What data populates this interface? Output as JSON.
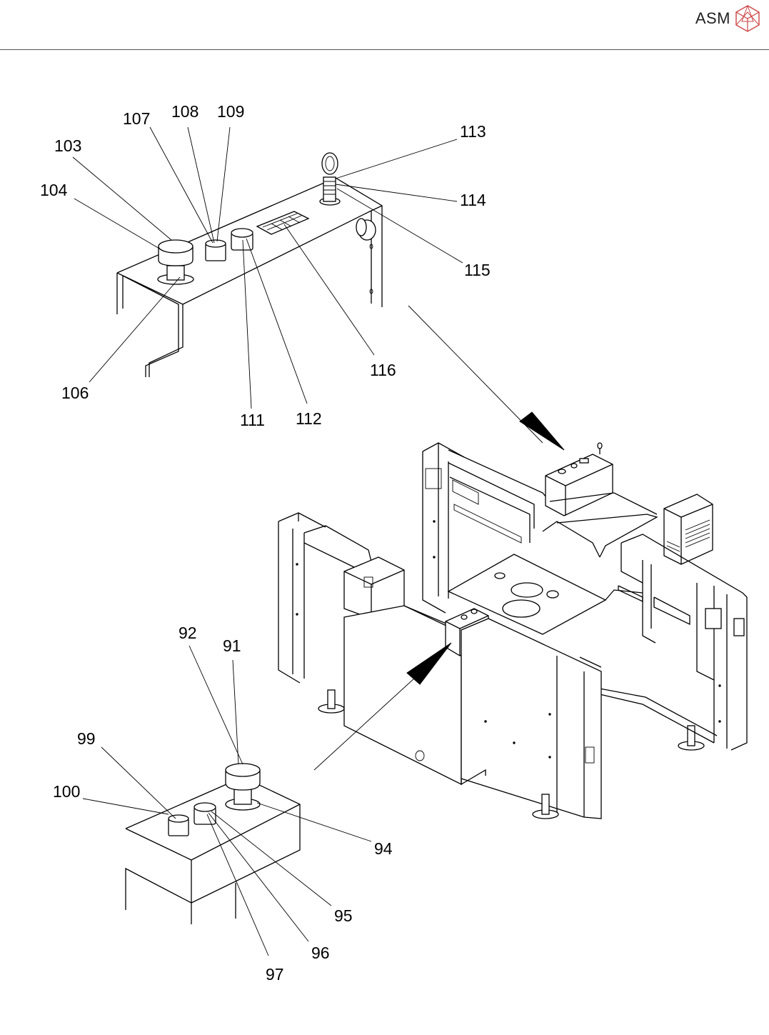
{
  "header": {
    "brand_name": "ASM",
    "logo_icon": "asm-cube-logo-icon"
  },
  "callouts": {
    "c91": "91",
    "c92": "92",
    "c94": "94",
    "c95": "95",
    "c96": "96",
    "c97": "97",
    "c99": "99",
    "c100": "100",
    "c103": "103",
    "c104": "104",
    "c106": "106",
    "c107": "107",
    "c108": "108",
    "c109": "109",
    "c111": "111",
    "c112": "112",
    "c113": "113",
    "c114": "114",
    "c115": "115",
    "c116": "116"
  }
}
